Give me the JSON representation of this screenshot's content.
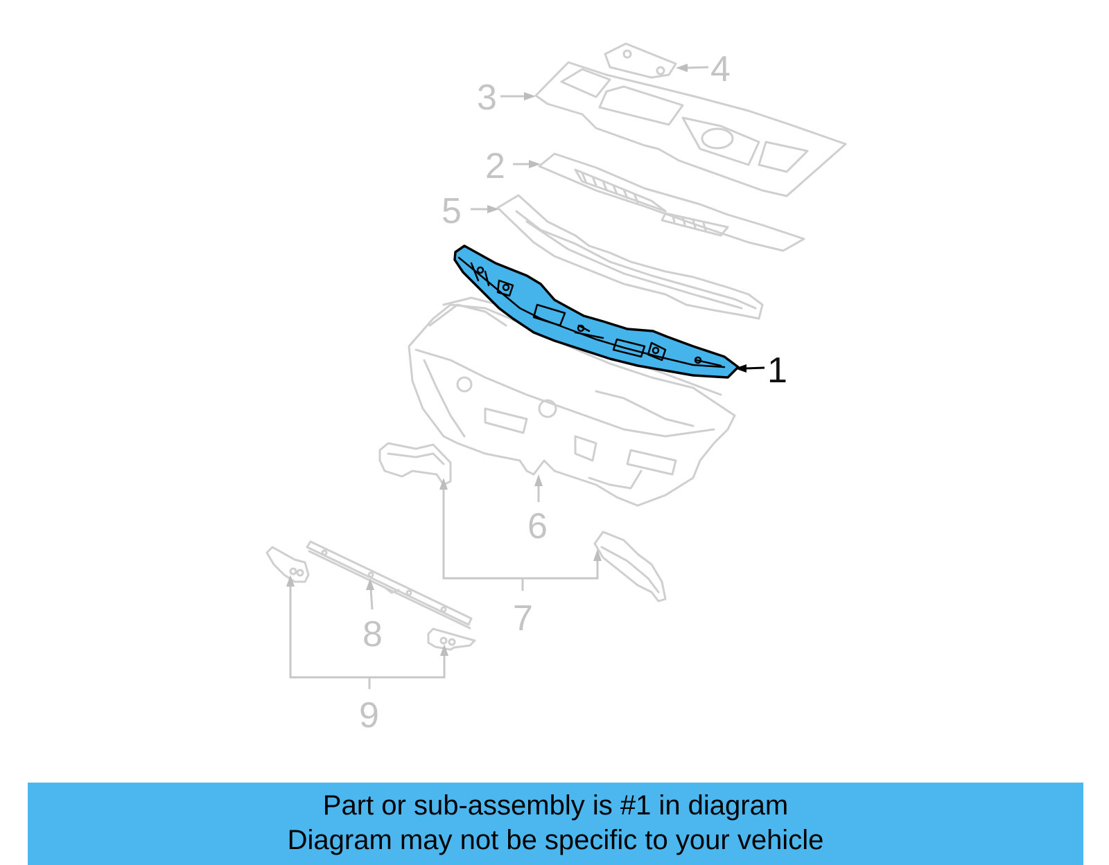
{
  "diagram": {
    "callouts": [
      "1",
      "2",
      "3",
      "4",
      "5",
      "6",
      "7",
      "8",
      "9"
    ],
    "highlighted_callout": "1",
    "highlight_color": "#45b4ea",
    "ghost_color": "#cfcfcf"
  },
  "banner": {
    "line1": "Part or sub-assembly is #1 in diagram",
    "line2": "Diagram may not be specific to your vehicle",
    "background": "#4cb7ee"
  }
}
